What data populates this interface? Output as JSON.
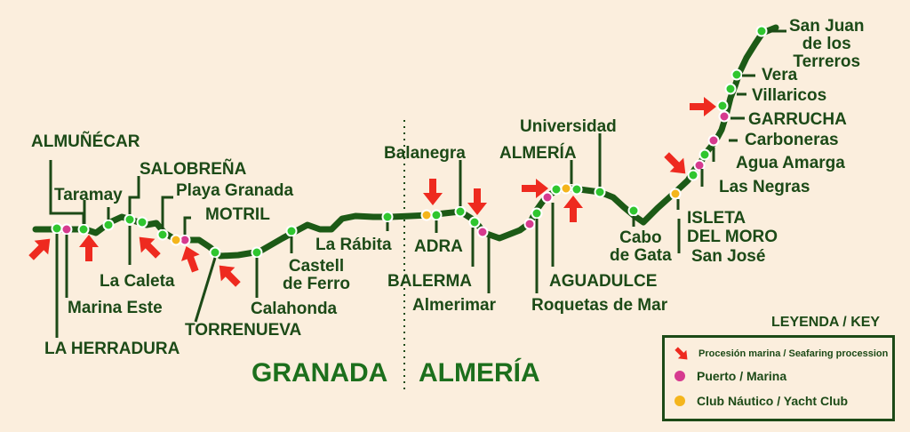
{
  "regions": {
    "left": "GRANADA",
    "right": "ALMERÍA"
  },
  "places": {
    "almunecar": "ALMUÑÉCAR",
    "taramay": "Taramay",
    "salobrena": "SALOBREÑA",
    "playa_granada": "Playa Granada",
    "motril": "MOTRIL",
    "la_caleta": "La Caleta",
    "marina_este": "Marina Este",
    "la_herradura": "LA HERRADURA",
    "torrenueva": "TORRENUEVA",
    "calahonda": "Calahonda",
    "castell_de_ferro": "Castell\nde Ferro",
    "la_rabita": "La Rábita",
    "balanegra": "Balanegra",
    "adra": "ADRA",
    "balerma": "BALERMA",
    "almerimar": "Almerimar",
    "almeria": "ALMERÍA",
    "universidad": "Universidad",
    "aguadulce": "AGUADULCE",
    "roquetas_de_mar": "Roquetas de Mar",
    "cabo_de_gata": "Cabo\nde Gata",
    "san_jose": "San José",
    "isleta_del_moro": "ISLETA\nDEL MORO",
    "las_negras": "Las Negras",
    "agua_amarga": "Agua Amarga",
    "carboneras": "Carboneras",
    "garrucha": "GARRUCHA",
    "villaricos": "Villaricos",
    "vera": "Vera",
    "san_juan_de_los_terreros": "San Juan\nde los\nTerreros"
  },
  "legend": {
    "title": "LEYENDA / KEY",
    "procession": "Procesión marina / Seafaring procession",
    "port": "Puerto / Marina",
    "yacht_club": "Club Náutico / Yacht Club"
  },
  "colors": {
    "background": "#fbeedd",
    "route": "#1c5a16",
    "town": "#2fc62f",
    "port": "#d63a8f",
    "yacht_club": "#f4b51c",
    "arrow": "#ee2a1f",
    "text": "#1c4a17"
  }
}
